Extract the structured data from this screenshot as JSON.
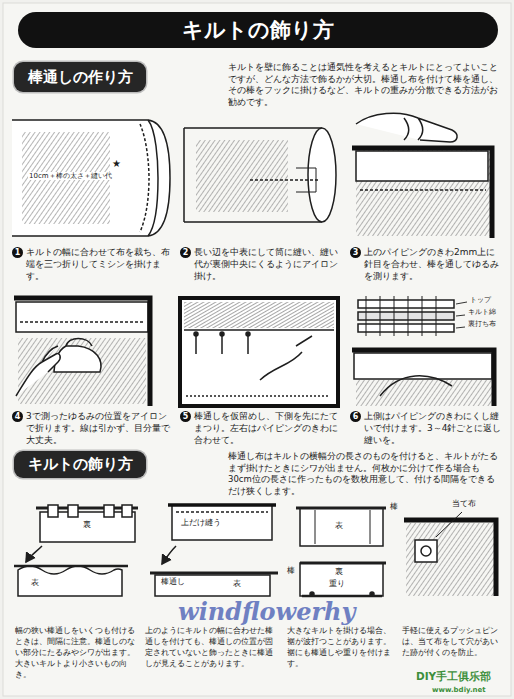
{
  "diagram": {
    "title": "キルトの飾り方",
    "nodes": [
      {
        "text": [
          "キルトの飾り方"
        ]
      },
      {
        "text": [
          "棒通しの作り方"
        ]
      },
      {
        "text": [
          "1"
        ]
      },
      {
        "text": [
          "2"
        ]
      },
      {
        "text": [
          "3"
        ]
      },
      {
        "text": [
          "4"
        ]
      },
      {
        "text": [
          "5"
        ]
      },
      {
        "text": [
          "6"
        ]
      },
      {
        "text": [
          "キルトの飾り方"
        ]
      }
    ],
    "labels": [
      "キルトを壁に飾ることは通気性を考えるとキルトにとってよいことですが、どんな方法で飾るかが大切。棒通し布を付けて棒を通し、その棒をフックに掛けるなど、キルトの重みが分散できる方法がお勧めです。",
      "10cm＋棒の太さ＋縫い代",
      "★",
      "キルトの幅に合わせて布を裁ち、布端を三つ折りしてミシンを掛けます。",
      "長い辺を中表にして筒に縫い、縫い代が裏側中央にくるようにアイロン掛け。",
      "上のパイピングのきわ2mm上に針目を合わせ、棒を通してゆるみを測ります。",
      "トップ",
      "キルト綿",
      "裏打ち布",
      "3で測ったゆるみの位置をアイロンで折ります。線は引かず、目分量で大丈夫。",
      "棒通しを仮留めし、下側を先にたてまつり。左右はパイピングのきわに合わせて。",
      "上側はパイピングのきわにくし縫いで付けます。3～4針ごとに返し縫いを。",
      "棒通し布はキルトの横幅分の長さのものを付けると、キルトがたるまず掛けたときにシワが出ません。何枚かに分けて作る場合も30cm位の長さに作ったものを数枚用意して、付ける間隔をできるだけ狭くします。",
      "裏",
      "表",
      "上だけ縫う",
      "棒通し",
      "表",
      "表",
      "棒",
      "棒",
      "裏",
      "重り",
      "当て布",
      "windflowerhy",
      "幅の狭い棒通しをいくつも付けるときは、間隔に注意。棒通しのない部分にたるみやシワが出ます。大きいキルトより小さいもの向き。",
      "上のようにキルトの幅に合わせた棒通しを付けても、棒通しの位置が固定されていないと飾ったときに棒通しが見えることがあります。",
      "大きなキルトを掛ける場合、裾が波打つことがあります。裾にも棒通しや重りを付けます。",
      "手軽に使えるプッシュピンは、当て布をして穴があいた跡が付くのを防止。",
      "DIY手工俱乐部",
      "www.bdiy.net"
    ]
  }
}
